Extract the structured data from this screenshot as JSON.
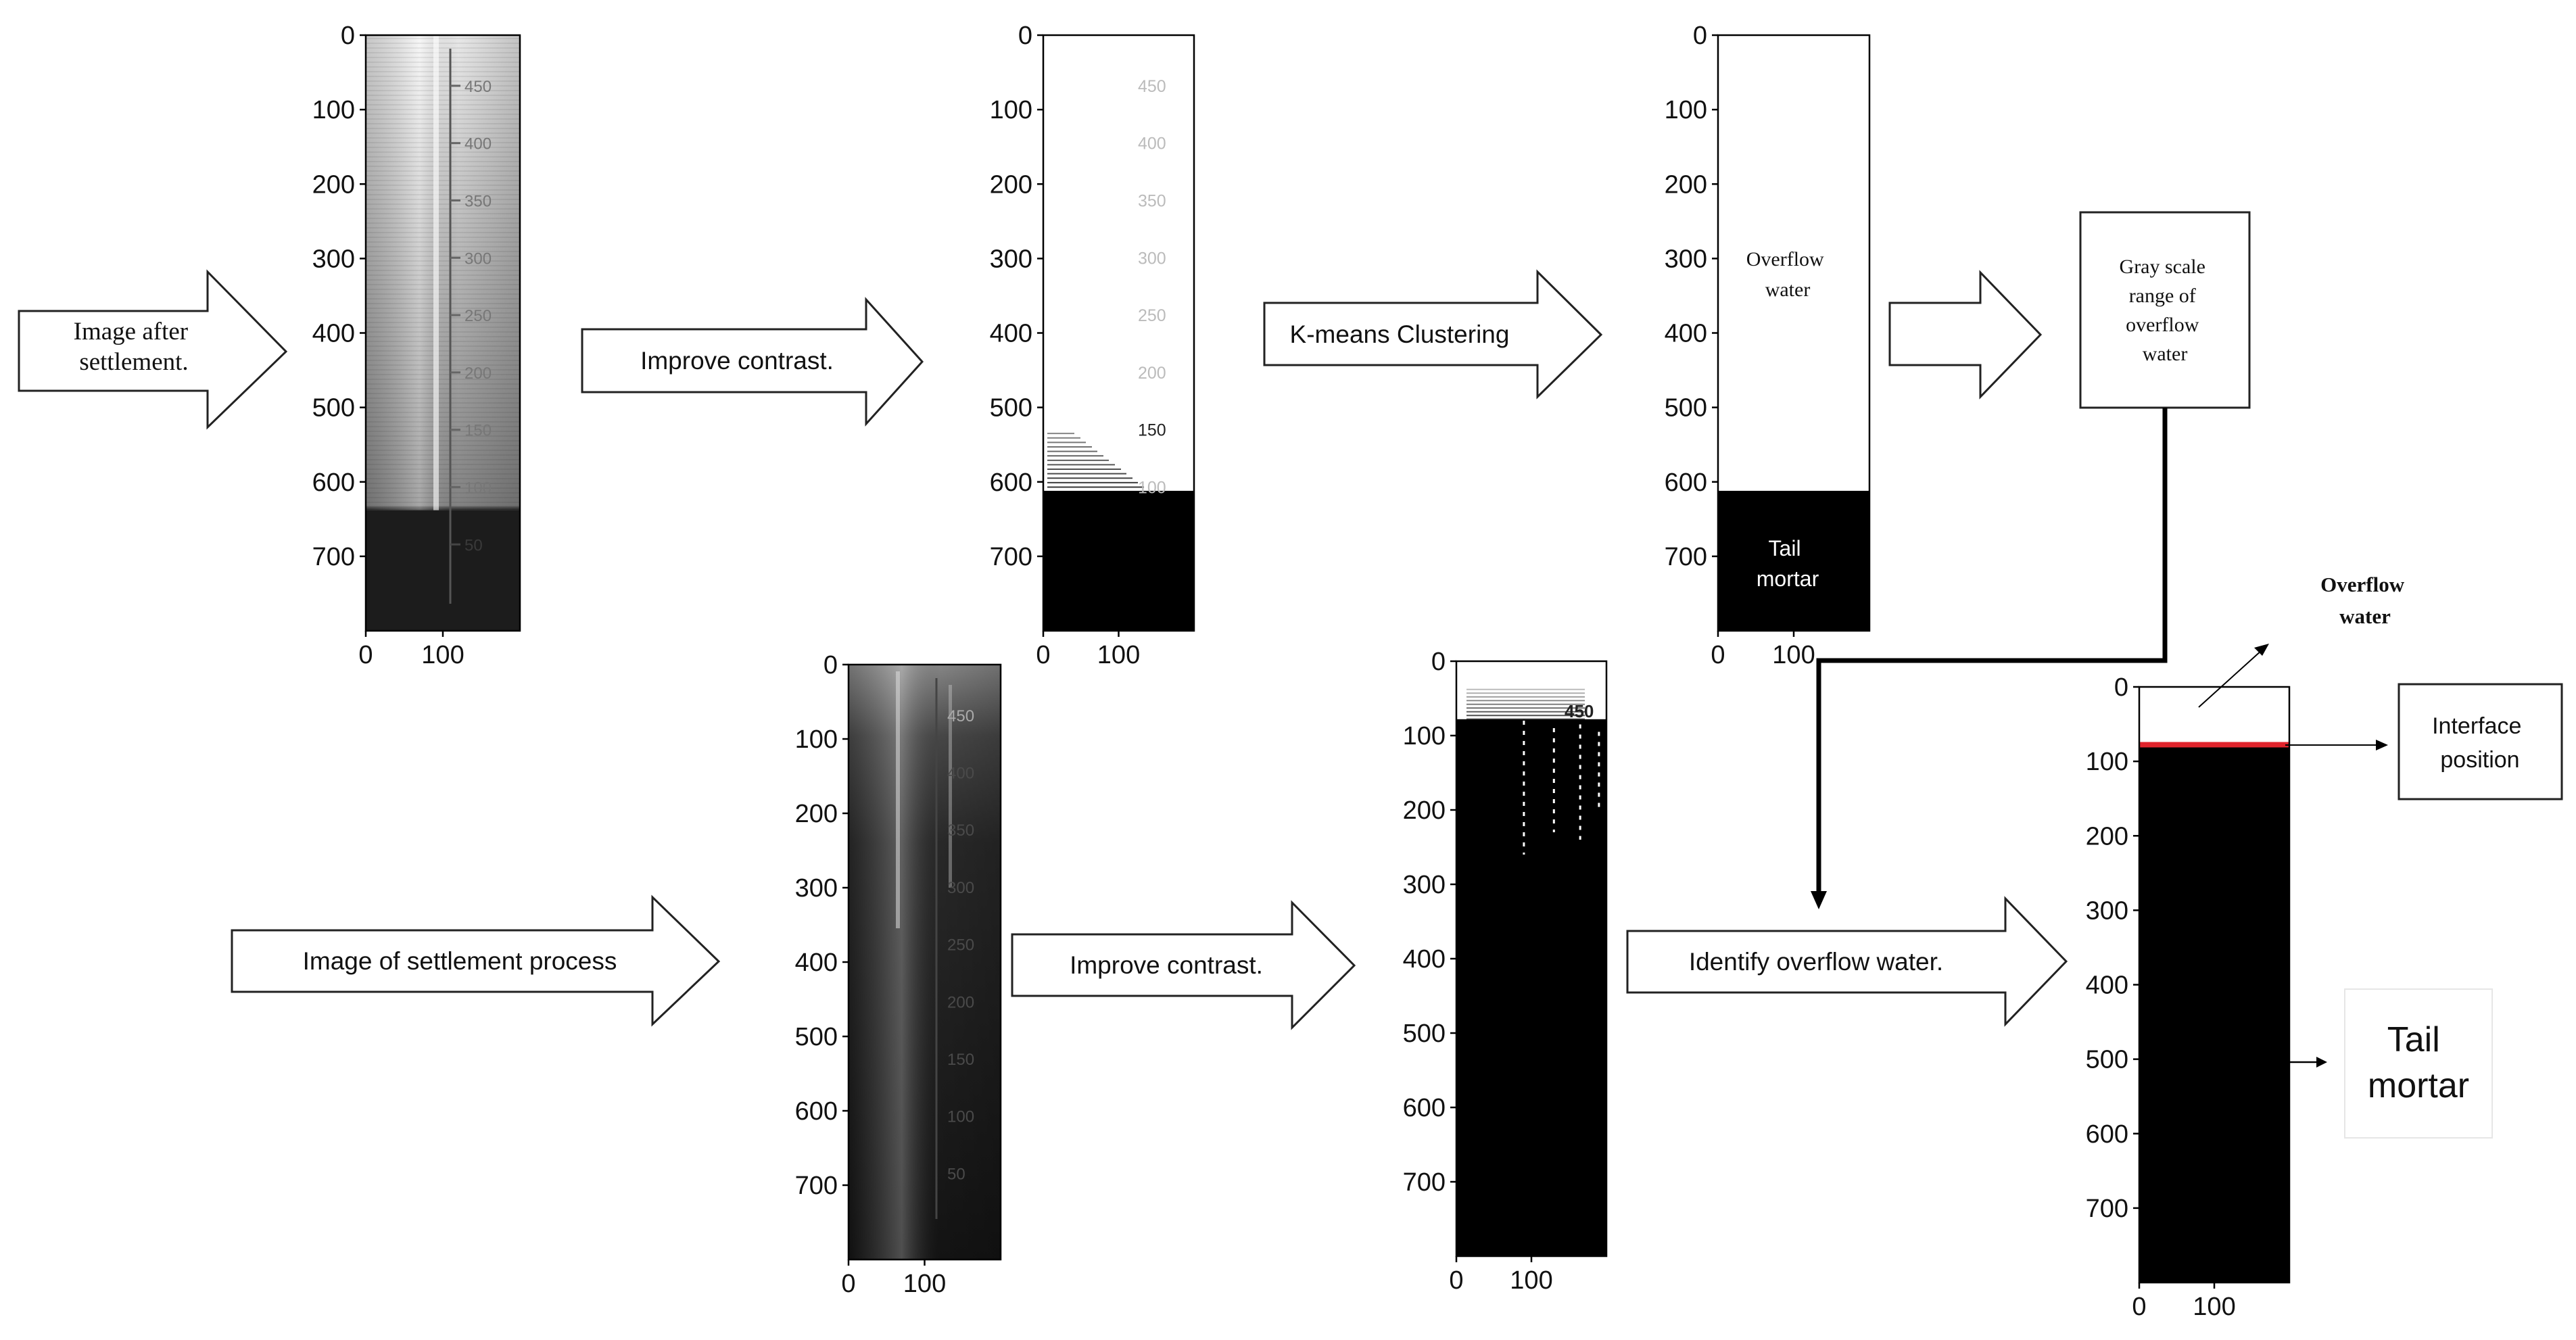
{
  "arrows": {
    "image_after_settlement": "Image after settlement.",
    "improve_contrast_top": "Improve contrast.",
    "kmeans": "K-means Clustering",
    "settlement_process": "Image of settlement process",
    "improve_contrast_bottom": "Improve contrast.",
    "identify_overflow": "Identify overflow water."
  },
  "boxes": {
    "gray_scale": "Gray scale range of overflow water",
    "interface_position": "Interface position",
    "tail_mortar_big": "Tail mortar"
  },
  "labels": {
    "overflow_water_cluster": "Overflow water",
    "tail_mortar_cluster": "Tail mortar",
    "overflow_water_result": "Overflow water"
  },
  "axes": {
    "y_ticks": [
      "0",
      "100",
      "200",
      "300",
      "400",
      "500",
      "600",
      "700"
    ],
    "x_ticks": [
      "0",
      "100"
    ]
  },
  "scale_marks": [
    "450",
    "400",
    "350",
    "300",
    "250",
    "200",
    "150",
    "100",
    "50"
  ],
  "colors": {
    "interface_line": "#e0242c",
    "mortar": "#000000",
    "water": "#ffffff"
  }
}
